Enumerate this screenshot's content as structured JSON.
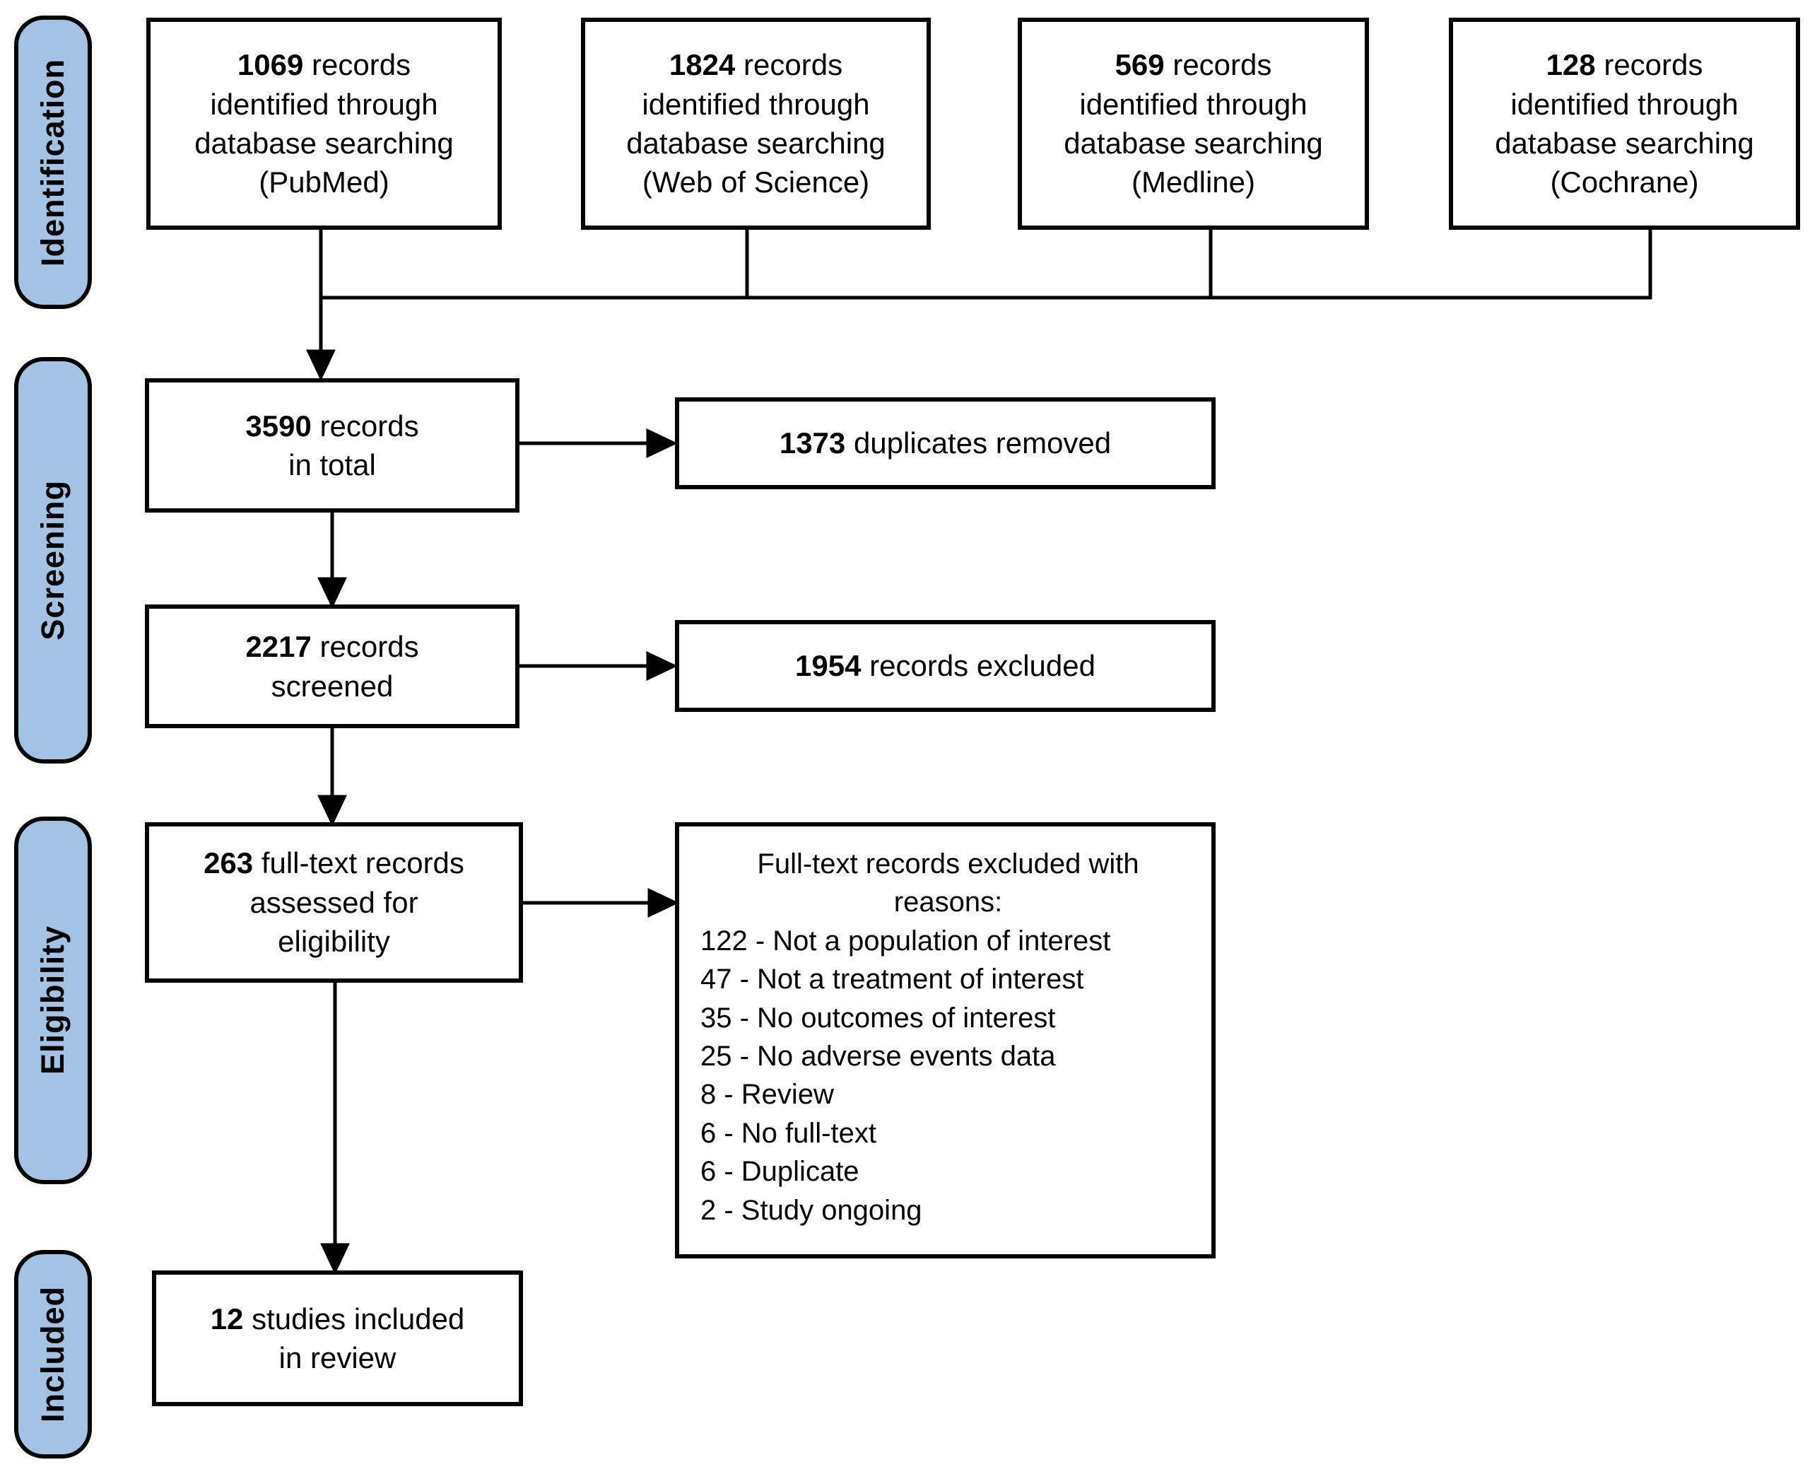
{
  "colors": {
    "stage_fill": "#a4c2e4",
    "line": "#000000",
    "box_bg": "#ffffff"
  },
  "diagram": {
    "stages": [
      {
        "label": "Identification"
      },
      {
        "label": "Screening"
      },
      {
        "label": "Eligibility"
      },
      {
        "label": "Included"
      }
    ],
    "sources": [
      {
        "count": "1069",
        "unit": "records",
        "line2": "identified through",
        "line3": "database searching",
        "line4": "(PubMed)"
      },
      {
        "count": "1824",
        "unit": "records",
        "line2": "identified through",
        "line3": "database searching",
        "line4": "(Web of Science)"
      },
      {
        "count": "569",
        "unit": "records",
        "line2": "identified through",
        "line3": "database searching",
        "line4": "(Medline)"
      },
      {
        "count": "128",
        "unit": "records",
        "line2": "identified through",
        "line3": "database searching",
        "line4": "(Cochrane)"
      }
    ],
    "flow": {
      "total": {
        "count": "3590",
        "unit": "records",
        "line2": "in total"
      },
      "duplicates": {
        "count": "1373",
        "text": "duplicates removed"
      },
      "screened": {
        "count": "2217",
        "unit": "records",
        "line2": "screened"
      },
      "records_excluded": {
        "count": "1954",
        "text": "records excluded"
      },
      "fulltext": {
        "count": "263",
        "unit": "full-text records",
        "line2": "assessed for",
        "line3": "eligibility"
      },
      "reasons": {
        "title1": "Full-text records excluded with",
        "title2": "reasons:",
        "items": [
          "122 - Not a population of interest",
          "47 - Not a treatment of interest",
          "35 - No outcomes of interest",
          "25 - No adverse events data",
          "8 - Review",
          "6 - No full-text",
          "6 - Duplicate",
          "2 - Study ongoing"
        ]
      },
      "included": {
        "count": "12",
        "unit": "studies included",
        "line2": "in review"
      }
    }
  }
}
